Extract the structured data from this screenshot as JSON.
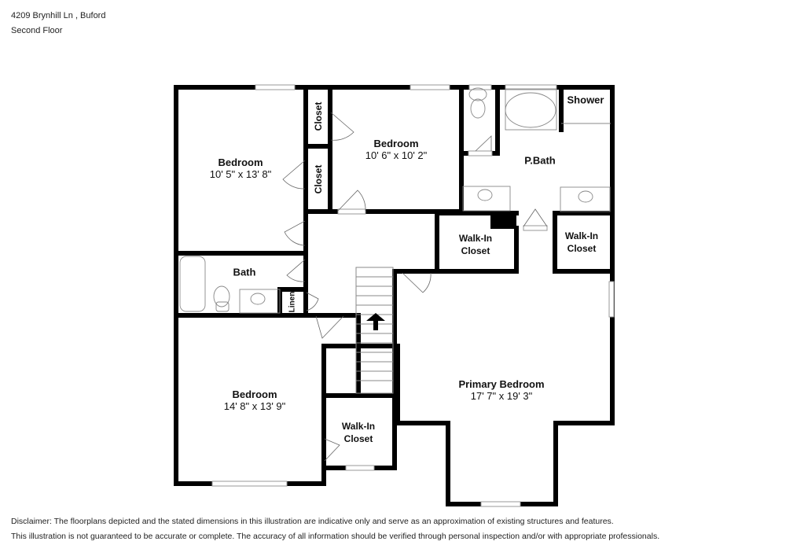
{
  "header": {
    "address": "4209 Brynhill Ln , Buford",
    "floor": "Second Floor"
  },
  "rooms": {
    "bedroom_nw": {
      "name": "Bedroom",
      "dims": "10' 5\" x 13' 8\""
    },
    "bedroom_n": {
      "name": "Bedroom",
      "dims": "10' 6\" x 10' 2\""
    },
    "closet_upper": {
      "name": "Closet"
    },
    "closet_lower": {
      "name": "Closet"
    },
    "shower": {
      "name": "Shower"
    },
    "pbath": {
      "name": "P.Bath"
    },
    "walkin_center": {
      "name": "Walk-In",
      "name2": "Closet"
    },
    "walkin_east": {
      "name": "Walk-In",
      "name2": "Closet"
    },
    "bath": {
      "name": "Bath"
    },
    "linen": {
      "name": "Linen"
    },
    "bedroom_sw": {
      "name": "Bedroom",
      "dims": "14' 8\" x 13' 9\""
    },
    "walkin_sw": {
      "name": "Walk-In",
      "name2": "Closet"
    },
    "primary_bedroom": {
      "name": "Primary Bedroom",
      "dims": "17' 7\" x 19' 3\""
    }
  },
  "disclaimer": {
    "line1": "Disclaimer: The floorplans depicted and the stated dimensions in this illustration are indicative only and serve as an approximation of existing structures and features.",
    "line2": "This illustration is not guaranteed to be accurate or complete. The accuracy of all information should be verified through personal inspection and/or with appropriate professionals."
  },
  "colors": {
    "wall": "#000000",
    "fixture": "#888888",
    "window": "#bbbbbb",
    "background": "#ffffff"
  }
}
